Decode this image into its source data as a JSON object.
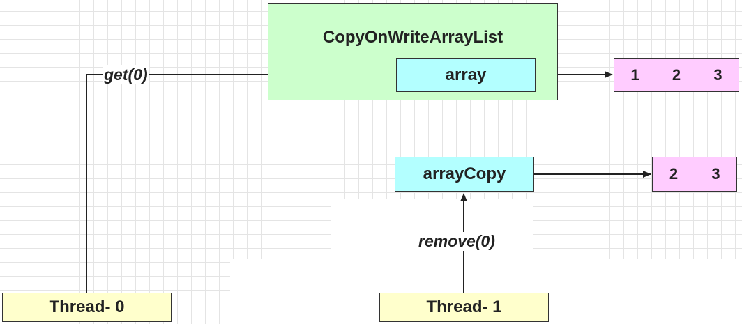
{
  "container": {
    "title": "CopyOnWriteArrayList"
  },
  "array_ref": {
    "label": "array"
  },
  "array_values": [
    "1",
    "2",
    "3"
  ],
  "copy_ref": {
    "label": "arrayCopy"
  },
  "copy_values": [
    "2",
    "3"
  ],
  "threads": [
    {
      "label": "Thread- 0",
      "operation": "get(0)"
    },
    {
      "label": "Thread- 1",
      "operation": "remove(0)"
    }
  ],
  "colors": {
    "container": "#ccffcc",
    "reference": "#b3ffff",
    "array_cell": "#ffccff",
    "thread": "#ffffcc"
  }
}
